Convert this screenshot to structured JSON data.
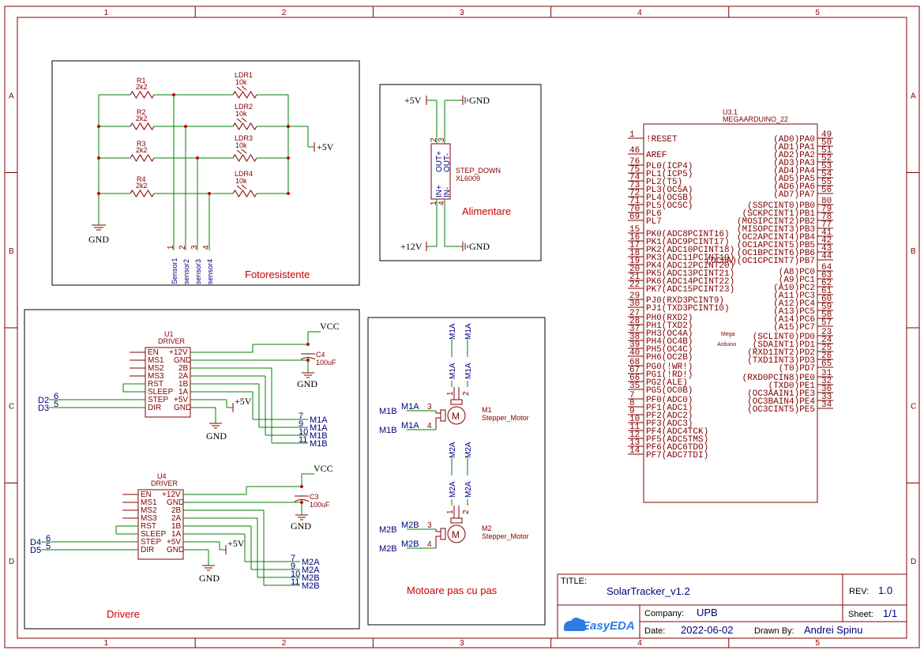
{
  "frame": {
    "columns": [
      "1",
      "2",
      "3",
      "4",
      "5"
    ],
    "rows": [
      "A",
      "B",
      "C",
      "D"
    ]
  },
  "sections": {
    "photoresistors": "Fotoresistente",
    "power": "Alimentare",
    "drivers": "Drivere",
    "motors": "Motoare pas cu pas"
  },
  "ldr": {
    "resistors": [
      {
        "ref": "R1",
        "value": "2k2"
      },
      {
        "ref": "R2",
        "value": "2k2"
      },
      {
        "ref": "R3",
        "value": "2k2"
      },
      {
        "ref": "R4",
        "value": "2k2"
      }
    ],
    "ldrs": [
      {
        "ref": "LDR1",
        "value": "10k"
      },
      {
        "ref": "LDR2",
        "value": "10k"
      },
      {
        "ref": "LDR3",
        "value": "10k"
      },
      {
        "ref": "LDR4",
        "value": "10k"
      }
    ],
    "gnd": "GND",
    "vcc": "+5V",
    "sensors": [
      "Sensor1",
      "sensor2",
      "sensor3",
      "sensor4"
    ],
    "sensor_pins": [
      "1",
      "2",
      "3",
      "4"
    ]
  },
  "power": {
    "in_pos": "+5V",
    "in_gnd": "GND",
    "out_pos": "+12V",
    "out_gnd": "GND",
    "ref": "STEP_DOWN",
    "part": "XL6009",
    "pins_top": [
      "OUT+",
      "OUT-"
    ],
    "pins_bot": [
      "IN+",
      "IN-"
    ],
    "pin_nums_top": [
      "2",
      "3"
    ],
    "pin_nums_bot": [
      "1",
      "4"
    ]
  },
  "drivers": {
    "u1": {
      "ref": "U1",
      "type": "DRIVER"
    },
    "u4": {
      "ref": "U4",
      "type": "DRIVER"
    },
    "left_pins": [
      "EN",
      "MS1",
      "MS2",
      "MS3",
      "RST",
      "SLEEP",
      "STEP",
      "DIR"
    ],
    "right_pins": [
      "+12V",
      "GND",
      "2B",
      "2A",
      "1B",
      "1A",
      "+5V",
      "GND"
    ],
    "c4": {
      "ref": "C4",
      "value": "100uF"
    },
    "c3": {
      "ref": "C3",
      "value": "100uF"
    },
    "vcc": "VCC",
    "gnd": "GND",
    "p5v": "+5V",
    "u1_in": [
      {
        "net": "D2",
        "pin": "6"
      },
      {
        "net": "D3",
        "pin": "5"
      }
    ],
    "u4_in": [
      {
        "net": "D4",
        "pin": "6"
      },
      {
        "net": "D5",
        "pin": "5"
      }
    ],
    "u1_out": [
      {
        "pin": "7",
        "net": "M1A"
      },
      {
        "pin": "9",
        "net": "M1A"
      },
      {
        "pin": "10",
        "net": "M1B"
      },
      {
        "pin": "11",
        "net": "M1B"
      }
    ],
    "u4_out": [
      {
        "pin": "7",
        "net": "M2A"
      },
      {
        "pin": "9",
        "net": "M2A"
      },
      {
        "pin": "10",
        "net": "M2B"
      },
      {
        "pin": "11",
        "net": "M2B"
      }
    ]
  },
  "motors": {
    "m1": {
      "ref": "M1",
      "type": "Stepper_Motor",
      "top": [
        "M1A",
        "M1A"
      ],
      "left": [
        "M1B",
        "M1B"
      ],
      "left_labels": [
        "M1A",
        "M1A"
      ],
      "top_pins": [
        "1",
        "2"
      ],
      "left_pins": [
        "3",
        "4"
      ]
    },
    "m2": {
      "ref": "M2",
      "type": "Stepper_Motor",
      "top": [
        "M2A",
        "M2A"
      ],
      "left": [
        "M2B",
        "M2B"
      ],
      "left_labels": [
        "M2B",
        "M2B"
      ],
      "top_pins": [
        "1",
        "2"
      ],
      "left_pins": [
        "3",
        "4"
      ]
    }
  },
  "mega": {
    "ref": "U3.1",
    "part": "MEGAARDUINO_22",
    "logo1": "Mega",
    "logo2": "Arduino",
    "left": [
      {
        "n": "1",
        "l": "!RESET"
      },
      {
        "n": "46",
        "l": "AREF"
      },
      {
        "n": "76",
        "l": "PL0(ICP4)"
      },
      {
        "n": "75",
        "l": "PL1(ICP5)"
      },
      {
        "n": "74",
        "l": "PL2(T5)"
      },
      {
        "n": "73",
        "l": "PL3(OC5A)"
      },
      {
        "n": "72",
        "l": "PL4(OC5B)"
      },
      {
        "n": "71",
        "l": "PL5(OC5C)"
      },
      {
        "n": "70",
        "l": "PL6"
      },
      {
        "n": "69",
        "l": "PL7"
      },
      {
        "n": "15",
        "l": "PK0(ADC8PCINT16)"
      },
      {
        "n": "16",
        "l": "PK1(ADC9PCINT17)"
      },
      {
        "n": "17",
        "l": "PK2(ADC10PCINT18)"
      },
      {
        "n": "18",
        "l": "PK3(ADC11PCINT19)"
      },
      {
        "n": "19",
        "l": "PK4(ADC12PCINT20)"
      },
      {
        "n": "20",
        "l": "PK5(ADC13PCINT21)"
      },
      {
        "n": "21",
        "l": "PK6(ADC14PCINT22)"
      },
      {
        "n": "22",
        "l": "PK7(ADC15PCINT23)"
      },
      {
        "n": "29",
        "l": "PJ0(RXD3PCINT9)"
      },
      {
        "n": "30",
        "l": "PJ1(TXD3PCINT10)"
      },
      {
        "n": "27",
        "l": "PH0(RXD2)"
      },
      {
        "n": "28",
        "l": "PH1(TXD2)"
      },
      {
        "n": "37",
        "l": "PH3(OC4A)"
      },
      {
        "n": "38",
        "l": "PH4(OC4B)"
      },
      {
        "n": "39",
        "l": "PH5(OC4C)"
      },
      {
        "n": "40",
        "l": "PH6(OC2B)"
      },
      {
        "n": "68",
        "l": "PG0(!WR!)"
      },
      {
        "n": "67",
        "l": "PG1(!RD!)"
      },
      {
        "n": "66",
        "l": "PG2(ALE)"
      },
      {
        "n": "35",
        "l": "PG5(OC0B)"
      },
      {
        "n": "7",
        "l": "PF0(ADC0)"
      },
      {
        "n": "8",
        "l": "PF1(ADC1)"
      },
      {
        "n": "9",
        "l": "PF2(ADC2)"
      },
      {
        "n": "10",
        "l": "PF3(ADC3)"
      },
      {
        "n": "11",
        "l": "PF4(ADC4TCK)"
      },
      {
        "n": "12",
        "l": "PF5(ADC5TMS)"
      },
      {
        "n": "13",
        "l": "PF6(ADC6TDO)"
      },
      {
        "n": "14",
        "l": "PF7(ADC7TDI)"
      }
    ],
    "right": [
      {
        "n": "49",
        "l": "(AD0)PA0"
      },
      {
        "n": "50",
        "l": "(AD1)PA1"
      },
      {
        "n": "51",
        "l": "(AD2)PA2"
      },
      {
        "n": "52",
        "l": "(AD3)PA3"
      },
      {
        "n": "53",
        "l": "(AD4)PA4"
      },
      {
        "n": "54",
        "l": "(AD5)PA5"
      },
      {
        "n": "55",
        "l": "(AD6)PA6"
      },
      {
        "n": "56",
        "l": "(AD7)PA7"
      },
      {
        "n": "80",
        "l": "(SSPCINT0)PB0"
      },
      {
        "n": "79",
        "l": "(SCKPCINT1)PB1"
      },
      {
        "n": "78",
        "l": "(MOSIPCINT2)PB2"
      },
      {
        "n": "77",
        "l": "(MISOPCINT3)PB3"
      },
      {
        "n": "41",
        "l": "(OC2APCINT4)PB4"
      },
      {
        "n": "42",
        "l": "(OC1APCINT5)PB5"
      },
      {
        "n": "43",
        "l": "(OC1BPCINT6)PB6"
      },
      {
        "n": "44",
        "l": "(OC0A)(OC1CPCINT7)PB7"
      },
      {
        "n": "64",
        "l": "(A8)PC0"
      },
      {
        "n": "63",
        "l": "(A9)PC1"
      },
      {
        "n": "62",
        "l": "(A10)PC2"
      },
      {
        "n": "61",
        "l": "(A11)PC3"
      },
      {
        "n": "60",
        "l": "(A12)PC4"
      },
      {
        "n": "59",
        "l": "(A13)PC5"
      },
      {
        "n": "58",
        "l": "(A14)PC6"
      },
      {
        "n": "57",
        "l": "(A15)PC7"
      },
      {
        "n": "23",
        "l": "(SCLINT0)PD0"
      },
      {
        "n": "24",
        "l": "(SDAINT1)PD1"
      },
      {
        "n": "25",
        "l": "(RXD1INT2)PD2"
      },
      {
        "n": "26",
        "l": "(TXD1INT3)PD3"
      },
      {
        "n": "65",
        "l": "(T0)PD7"
      },
      {
        "n": "31",
        "l": "(RXD0PCIN8)PE0"
      },
      {
        "n": "32",
        "l": "(TXD0)PE1"
      },
      {
        "n": "36",
        "l": "(OC3AAIN1)PE3"
      },
      {
        "n": "33",
        "l": "(OC3BAIN4)PE4"
      },
      {
        "n": "34",
        "l": "(OC3CINT5)PE5"
      }
    ]
  },
  "title_block": {
    "title_label": "TITLE:",
    "title": "SolarTracker_v1.2",
    "rev_label": "REV:",
    "rev": "1.0",
    "company_label": "Company:",
    "company": "UPB",
    "sheet_label": "Sheet:",
    "sheet": "1/1",
    "date_label": "Date:",
    "date": "2022-06-02",
    "drawn_label": "Drawn By:",
    "drawn": "Andrei Spinu",
    "logo": "EasyEDA"
  }
}
